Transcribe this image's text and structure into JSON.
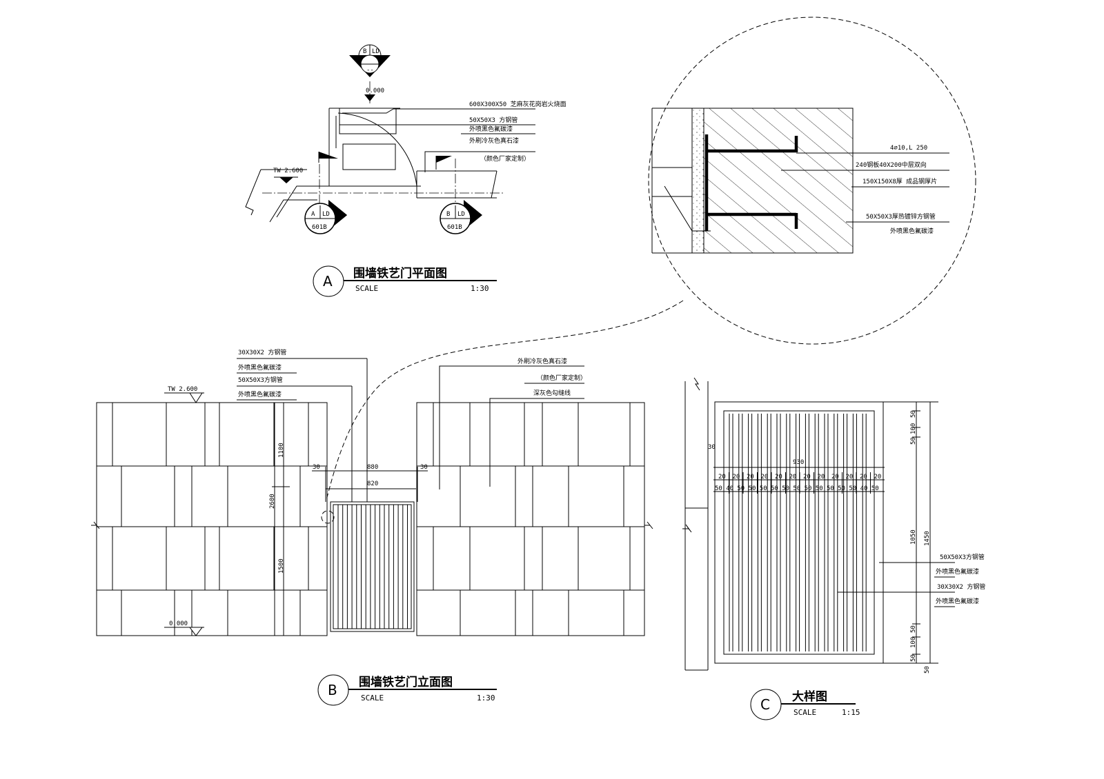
{
  "plan": {
    "elev_top": "0.000",
    "sym_top": {
      "letter": "B",
      "sheet": "LD",
      "ref": "--"
    },
    "elev_left": "TW 2.600",
    "notes": [
      "600X300X50 芝麻灰花岗岩火烧面",
      "50X50X3 方钢管",
      "外喷黑色氟碳漆",
      "外刷冷灰色真石漆",
      "（颜色厂家定制）"
    ],
    "sym_a": {
      "letter": "A",
      "sheet": "LD",
      "ref": "601B"
    },
    "sym_b": {
      "letter": "B",
      "sheet": "LD",
      "ref": "601B"
    },
    "title": {
      "letter": "A",
      "name": "围墙铁艺门平面图",
      "scale_label": "SCALE",
      "scale": "1:30"
    }
  },
  "detail": {
    "notes": [
      "4⌀10,L 250",
      "240钢板40X200中层双向",
      "150X150X8厚 成品钢厚片",
      "50X50X3厚热镀锌方钢管",
      "外喷黑色氟碳漆"
    ]
  },
  "elevation": {
    "notes_left": [
      "30X30X2 方钢管",
      "外喷黑色氟碳漆",
      "50X50X3方钢管",
      "外喷黑色氟碳漆"
    ],
    "notes_right": [
      "外刷冷灰色真石漆",
      "（颜色厂家定制）",
      "深灰色勾缝线"
    ],
    "elev_top": "TW 2.600",
    "elev_bottom": "0.000",
    "dims": {
      "left30": "30",
      "d880": "880",
      "right30": "30",
      "d820": "820",
      "h1100": "1100",
      "h2600": "2600",
      "h1500": "1500"
    },
    "title": {
      "letter": "B",
      "name": "围墙铁艺门立面图",
      "scale_label": "SCALE",
      "scale": "1:30"
    }
  },
  "large": {
    "dims_top": "930",
    "dim_30": "30",
    "dims_row1": [
      "20",
      "20",
      "20",
      "20",
      "20",
      "20",
      "20",
      "20",
      "20",
      "20",
      "20",
      "20"
    ],
    "dims_row2": [
      "50",
      "40",
      "50",
      "50",
      "50",
      "50",
      "50",
      "50",
      "50",
      "50",
      "50",
      "50",
      "50",
      "40",
      "50"
    ],
    "dims_right_inner": [
      "50",
      "100",
      "50",
      "1050",
      "50",
      "100",
      "50"
    ],
    "dim_right_outer": "1450",
    "dim_bottom": "50",
    "notes": [
      "50X50X3方钢管",
      "外喷黑色氟碳漆",
      "30X30X2 方钢管",
      "外喷黑色氟碳漆"
    ],
    "title": {
      "letter": "C",
      "name": "大样图",
      "scale_label": "SCALE",
      "scale": "1:15"
    }
  }
}
